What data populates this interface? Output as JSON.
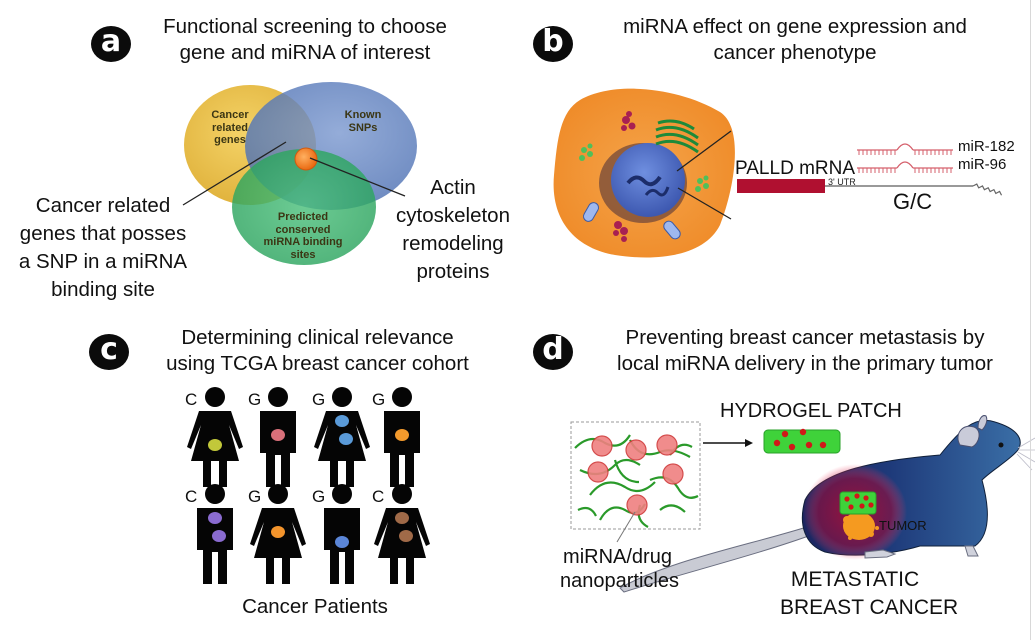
{
  "panels": {
    "a": {
      "badge": "a",
      "title_line1": "Functional screening to choose",
      "title_line2": "gene and miRNA of interest",
      "venn": {
        "set1": [
          "Cancer",
          "related",
          "genes"
        ],
        "set2": [
          "Known",
          "SNPs"
        ],
        "set3": [
          "Predicted",
          "conserved",
          "miRNA binding",
          "sites"
        ]
      },
      "left_callout": [
        "Cancer related",
        "genes that posses",
        "a SNP in a miRNA",
        "binding site"
      ],
      "right_callout": [
        "Actin",
        "cytoskeleton",
        "remodeling",
        "proteins"
      ],
      "colors": {
        "set1": "#e8b93c",
        "set2": "#5b7fc0",
        "set3": "#2fa862",
        "center": "#f07a1c"
      }
    },
    "b": {
      "badge": "b",
      "title_line1": "miRNA effect on gene expression and",
      "title_line2": "cancer phenotype",
      "mrna_label": "PALLD mRNA",
      "utr_label": "3' UTR",
      "mirna1": "miR-182",
      "mirna2": "miR-96",
      "snp_label": "G/C",
      "colors": {
        "cell": "#f39a3c",
        "nucleus": "#4f6fc9",
        "cds": "#b01030"
      }
    },
    "c": {
      "badge": "c",
      "title_line1": "Determining clinical relevance",
      "title_line2": "using TCGA breast cancer cohort",
      "patients": [
        {
          "allele": "C",
          "type": "female",
          "tumor_color": "#c2c83a"
        },
        {
          "allele": "G",
          "type": "male",
          "tumor_color": "#d9707a"
        },
        {
          "allele": "G",
          "type": "female",
          "tumor_color": "#5a9ad8"
        },
        {
          "allele": "G",
          "type": "male",
          "tumor_color": "#f39a2c"
        },
        {
          "allele": "C",
          "type": "male",
          "tumor_color": "#8a6bd0"
        },
        {
          "allele": "G",
          "type": "female",
          "tumor_color": "#f3942c"
        },
        {
          "allele": "G",
          "type": "male",
          "tumor_color": "#5b86d8"
        },
        {
          "allele": "C",
          "type": "female",
          "tumor_color": "#a06a48"
        }
      ],
      "caption": "Cancer Patients"
    },
    "d": {
      "badge": "d",
      "title_line1": "Preventing breast cancer metastasis by",
      "title_line2": "local miRNA delivery in the primary tumor",
      "patch_label": "HYDROGEL PATCH",
      "nanoparticle_label": [
        "miRNA/drug",
        "nanoparticles"
      ],
      "tumor_label": "TUMOR",
      "outcome_label": [
        "METASTATIC",
        "BREAST CANCER"
      ],
      "colors": {
        "gel": "#35c23a",
        "particle": "#e8737a",
        "mouse": "#2a5b94"
      }
    }
  }
}
